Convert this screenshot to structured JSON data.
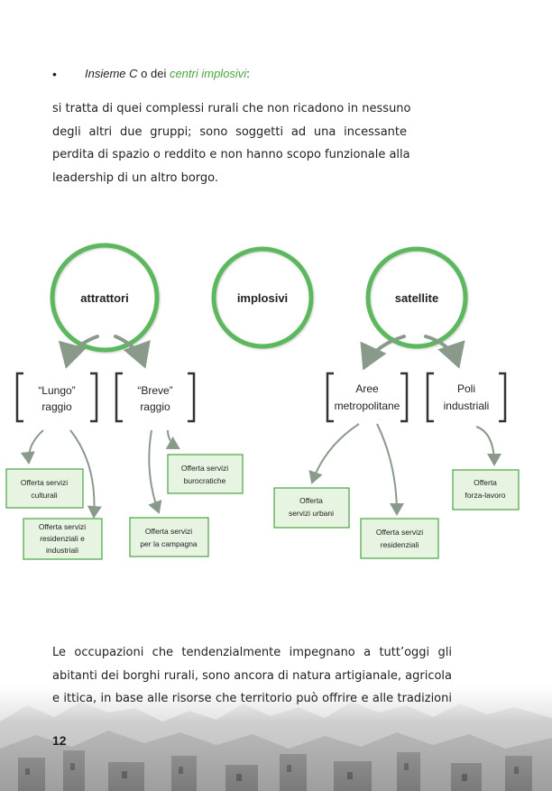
{
  "bullet": {
    "dot": "•",
    "label_italic": "Insieme C",
    "middle": " o dei ",
    "highlight": "centri implosivi",
    "end": ":"
  },
  "paragraph1": [
    "si tratta di quei complessi rurali che non ricadono in nessuno",
    "degli altri due gruppi; sono soggetti ad una incessante",
    "perdita di spazio o reddito e non hanno scopo funzionale alla",
    "leadership di un altro borgo."
  ],
  "diagram": {
    "circles": [
      "attrattori",
      "implosivi",
      "satellite"
    ],
    "brackets": [
      {
        "line1": "“Lungo”",
        "line2": "raggio"
      },
      {
        "line1": "“Breve”",
        "line2": "raggio"
      },
      {
        "line1": "Aree",
        "line2": "metropolitane"
      },
      {
        "line1": "Poli",
        "line2": "industriali"
      }
    ],
    "boxes": [
      {
        "line1": "Offerta servizi",
        "line2": "culturali",
        "line3": ""
      },
      {
        "line1": "Offerta servizi",
        "line2": "residenziali e",
        "line3": "industriali"
      },
      {
        "line1": "Offerta servizi",
        "line2": "burocratiche",
        "line3": ""
      },
      {
        "line1": "Offerta servizi",
        "line2": "per la campagna",
        "line3": ""
      },
      {
        "line1": "Offerta",
        "line2": "servizi urbani",
        "line3": ""
      },
      {
        "line1": "Offerta servizi",
        "line2": "residenziali",
        "line3": ""
      },
      {
        "line1": "Offerta",
        "line2": "forza-lavoro",
        "line3": ""
      }
    ],
    "colors": {
      "circle": "#5cb85c",
      "box_fill": "#e6f4e1",
      "box_border": "#4aa341",
      "bracket": "#333333",
      "arrow": "#8a9a8a"
    }
  },
  "paragraph2": [
    "Le occupazioni che tendenzialmente impegnano a tutt’oggi gli",
    "abitanti dei borghi rurali, sono ancora di natura artigianale, agricola",
    "e ittica, in base alle risorse che territorio può offrire e alle tradizioni"
  ],
  "page_number": "12"
}
